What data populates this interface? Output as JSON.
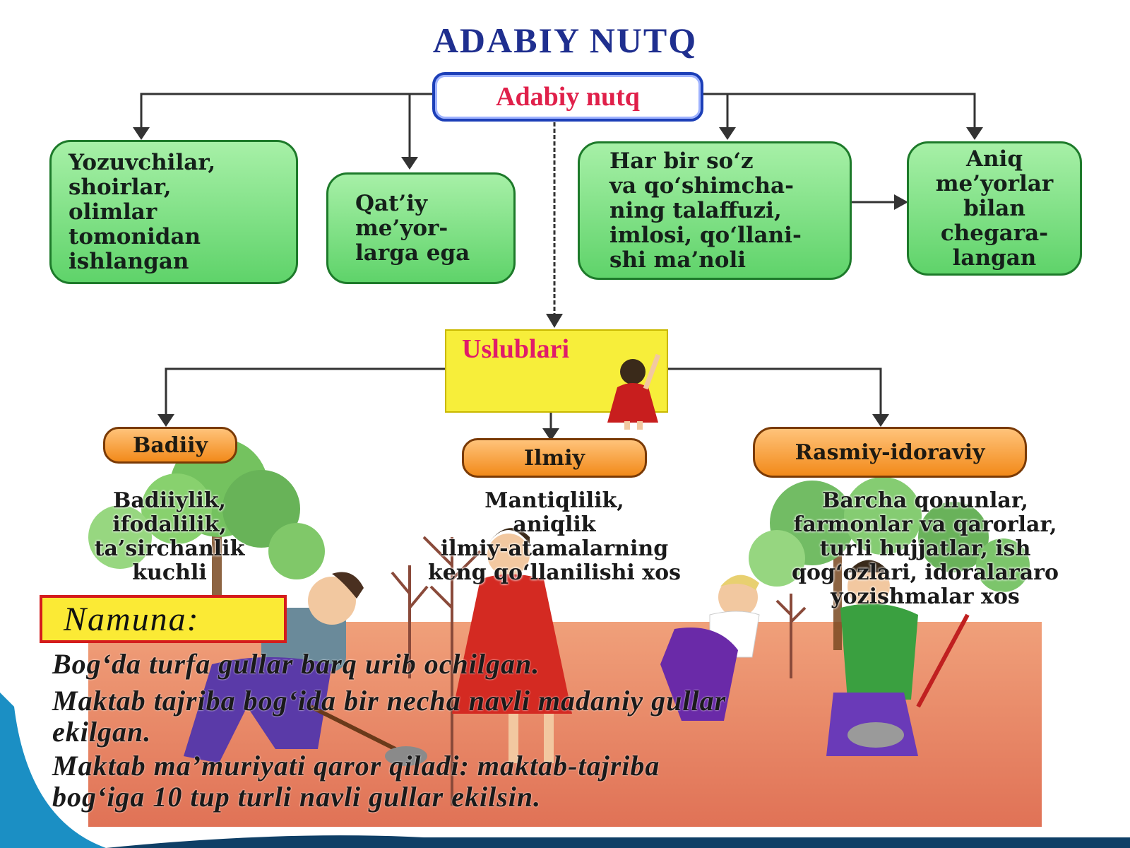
{
  "title": "ADABIY NUTQ",
  "root_label": "Adabiy nutq",
  "features": [
    "Yozuvchilar,\nshoirlar,\nolimlar\ntomonidan\nishlangan",
    "Qat’iy\nme’yor-\nlarga ega",
    "Har bir so‘z\nva qo‘shimcha-\nning talaffuzi,\nimlosi, qo‘llani-\nshi ma’noli",
    "Aniq\nme’yorlar\nbilan\nchegara-\nlangan"
  ],
  "styles_label": "Uslublari",
  "styles": [
    {
      "name": "Badiiy",
      "description": "Badiiylik,\nifodalilik,\nta’sirchanlik\nkuchli"
    },
    {
      "name": "Ilmiy",
      "description": "Mantiqlilik,\naniqlik\nilmiy-atamalarning\nkeng qo‘llanilishi xos"
    },
    {
      "name": "Rasmiy-idoraviy",
      "description": "Barcha qonunlar,\nfarmonlar va qarorlar,\nturli hujjatlar, ish\nqog‘ozlari, idoralararo\nyozishmalar xos"
    }
  ],
  "example_label": "Namuna:",
  "examples": [
    "Bog‘da turfa gullar barq urib ochilgan.",
    "Maktab tajriba bog‘ida bir necha navli madaniy gullar\nekilgan.",
    "Maktab ma’muriyati qaror qiladi: maktab-tajriba\nbog‘iga 10 tup turli navli gullar ekilsin."
  ],
  "colors": {
    "title": "#1f2f8f",
    "root_text": "#e0204a",
    "feature_fill": "#7fe07f",
    "styles_fill": "#f7ee3a",
    "style_fill": "#f5a040",
    "scene_ground": "#e87a5a"
  }
}
